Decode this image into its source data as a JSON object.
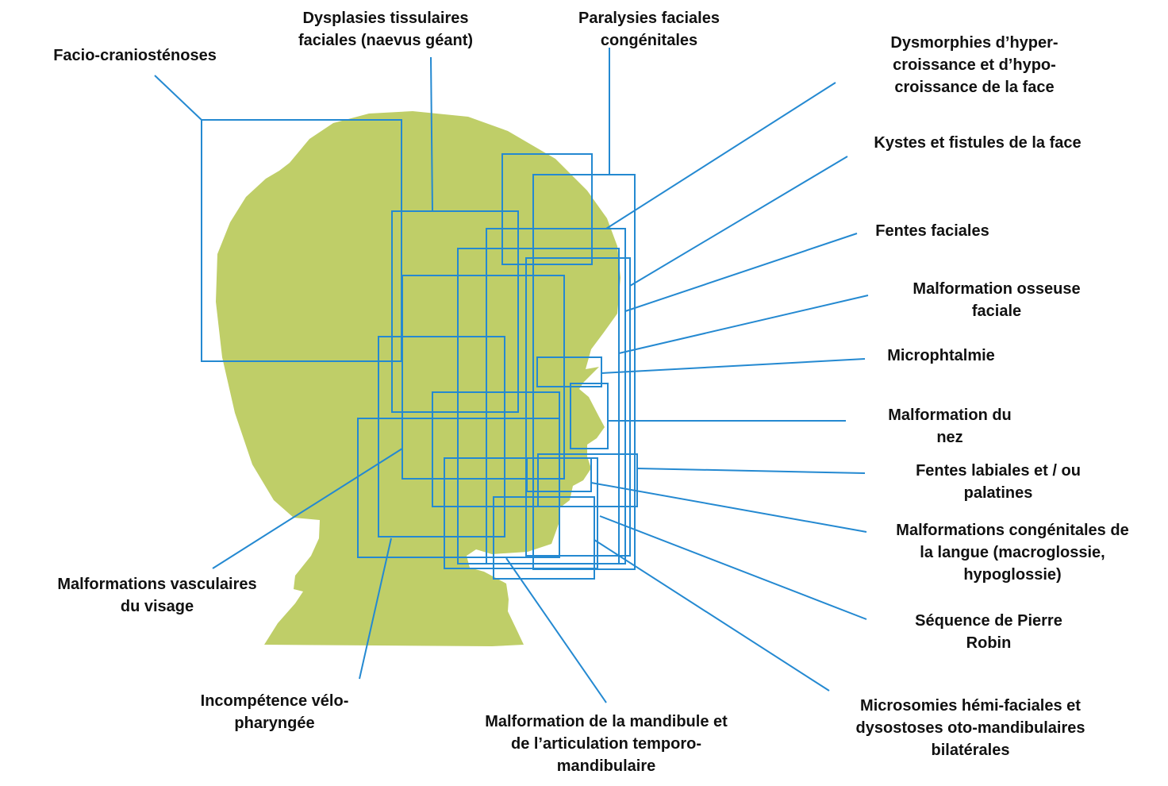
{
  "colors": {
    "silhouette": "#bfce68",
    "lines": "#2489d1",
    "text": "#111111"
  },
  "labels": {
    "facio": "Facio-craniosténoses",
    "dysplasies": "Dysplasies tissulaires\nfaciales (naevus géant)",
    "paralysies": "Paralysies faciales\ncongénitales",
    "dysmorphies": "Dysmorphies d’hyper-\ncroissance et d’hypo-\ncroissance de la face",
    "kystes": "Kystes et fistules de la face",
    "fentes_faciales": "Fentes faciales",
    "osseuse": "Malformation osseuse\nfaciale",
    "microphtalmie": "Microphtalmie",
    "nez": "Malformation du\nnez",
    "fentes_labiales": "Fentes labiales et / ou\npalatines",
    "langue": "Malformations congénitales de\nla langue (macroglossie,\nhypoglossie)",
    "pierre_robin": "Séquence de Pierre\nRobin",
    "microsomies": "Microsomies hémi-faciales et\ndysostoses oto-mandibulaires\nbilatérales",
    "mandibule": "Malformation de la mandibule et\nde l’articulation temporo-\nmandibulaire",
    "velo": "Incompétence vélo-\npharyngée",
    "vasculaires": "Malformations vasculaires\ndu visage"
  }
}
